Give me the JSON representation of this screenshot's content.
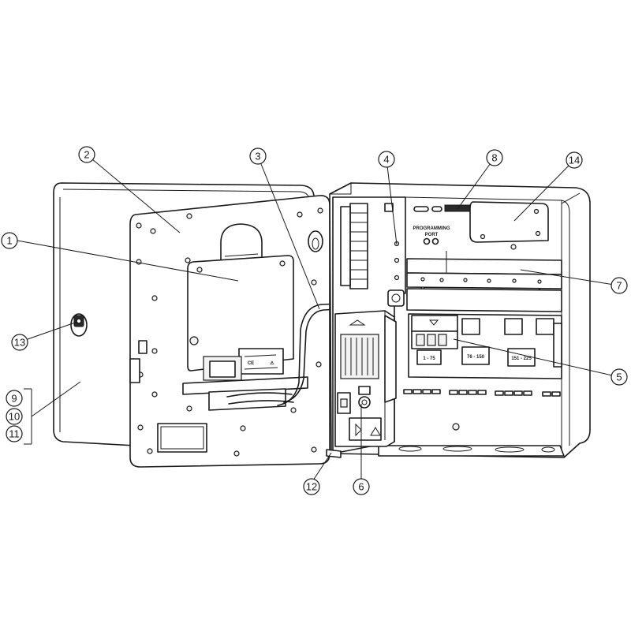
{
  "callouts": [
    {
      "id": "c1",
      "label": "1"
    },
    {
      "id": "c2",
      "label": "2"
    },
    {
      "id": "c3",
      "label": "3"
    },
    {
      "id": "c4",
      "label": "4"
    },
    {
      "id": "c5",
      "label": "5"
    },
    {
      "id": "c6",
      "label": "6"
    },
    {
      "id": "c7",
      "label": "7"
    },
    {
      "id": "c8",
      "label": "8"
    },
    {
      "id": "c9",
      "label": "9"
    },
    {
      "id": "c10",
      "label": "10"
    },
    {
      "id": "c11",
      "label": "11"
    },
    {
      "id": "c12",
      "label": "12"
    },
    {
      "id": "c13",
      "label": "13"
    },
    {
      "id": "c14",
      "label": "14"
    }
  ],
  "panel_labels": {
    "programming_port_line1": "PROGRAMMING",
    "programming_port_line2": "PORT",
    "station_range_1": "1 - 75",
    "station_range_2": "76 - 150",
    "station_range_3": "151 - 225"
  }
}
